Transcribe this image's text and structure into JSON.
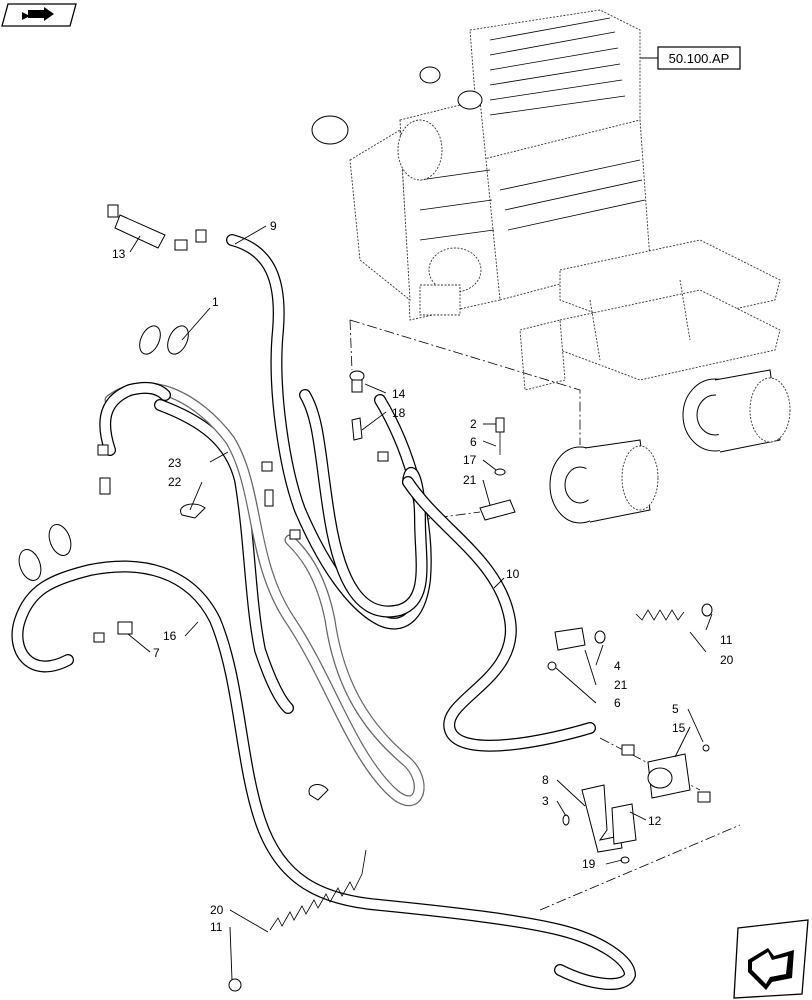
{
  "reference_box": {
    "text": "50.100.AP"
  },
  "callouts": {
    "c1": "1",
    "c2": "2",
    "c3": "3",
    "c4": "4",
    "c5": "5",
    "c6a": "6",
    "c6b": "6",
    "c7": "7",
    "c8": "8",
    "c9": "9",
    "c10": "10",
    "c11a": "11",
    "c11b": "11",
    "c12": "12",
    "c13": "13",
    "c14": "14",
    "c15": "15",
    "c16": "16",
    "c17": "17",
    "c18": "18",
    "c19": "19",
    "c20a": "20",
    "c20b": "20",
    "c21a": "21",
    "c21b": "21",
    "c22": "22",
    "c23": "23"
  },
  "icons": {
    "top_left": "book-arrow-icon",
    "bottom_right": "next-page-arrow-icon"
  }
}
